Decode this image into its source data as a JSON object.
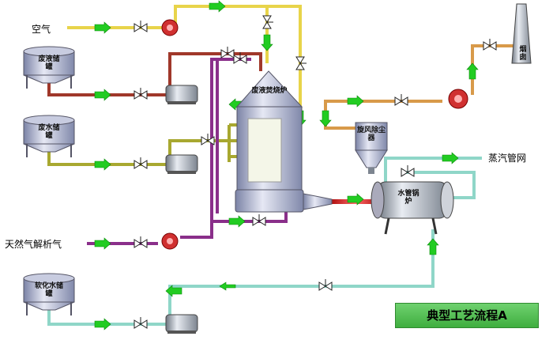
{
  "title": "典型工艺流程A",
  "labels": {
    "air": "空气",
    "natural_gas": "天然气解析气",
    "steam_network": "蒸汽管网"
  },
  "tanks": {
    "waste_liquid": "废液储罐",
    "waste_water": "废水储罐",
    "soft_water": "软化水储罐"
  },
  "equipment": {
    "incinerator": "废液焚烧炉",
    "dust_remover": "旋风除尘器",
    "boiler": "水管锅炉",
    "chimney": "烟囱"
  },
  "colors": {
    "air_pipe": "#e8d44a",
    "waste_liquid_pipe": "#a0382a",
    "waste_water_pipe": "#a8a830",
    "gas_pipe": "#8a2f8a",
    "soft_water_pipe": "#8fd6c8",
    "flue_pipe": "#d89a4a",
    "arrow": "#22cc22",
    "banner": "#4fbf4f"
  }
}
